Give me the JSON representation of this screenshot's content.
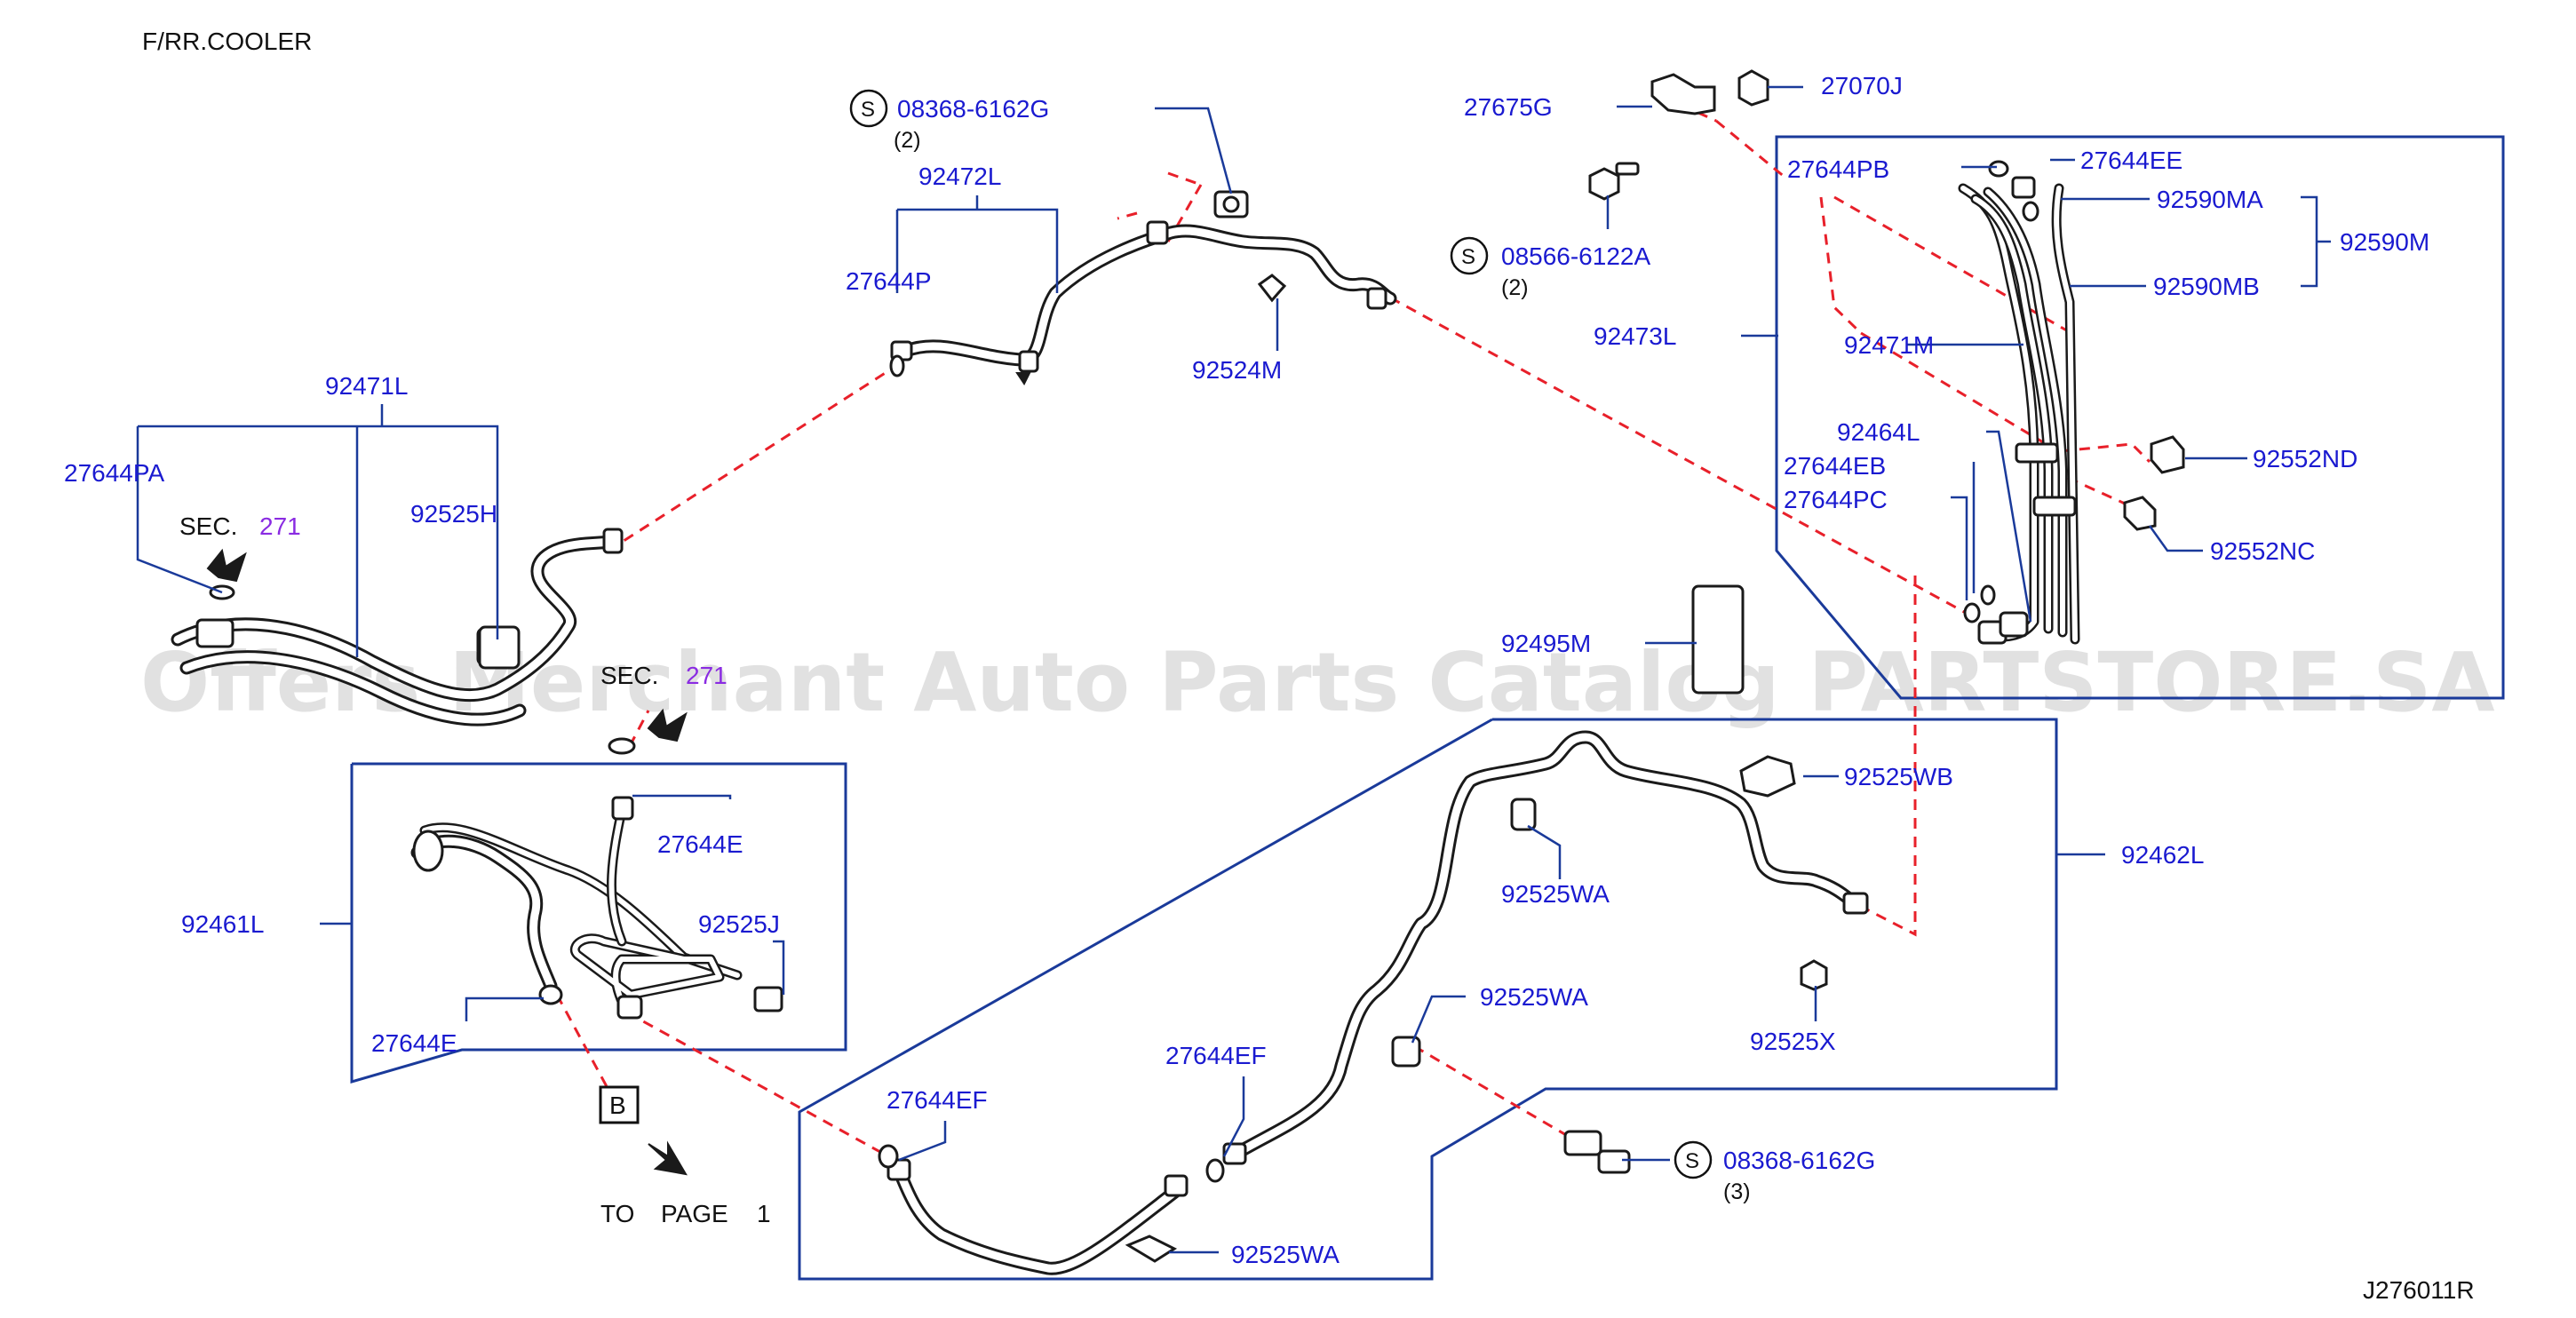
{
  "header": {
    "title": "F/RR.COOLER",
    "code": "J276011R"
  },
  "watermark": "Offers Merchant Auto Parts Catalog PARTSTORE.SA",
  "colors": {
    "label": "#1a1ad0",
    "leader": "#1a3a9a",
    "dashed_link": "#e8202a",
    "sec_ref": "#8a2be2",
    "pipe": "#1a1a1a"
  },
  "parts": {
    "p92471L": "92471L",
    "p27644PA": "27644PA",
    "p92525H": "92525H",
    "p92472L": "92472L",
    "p27644P": "27644P",
    "p08368a": "08368-6162G",
    "qty_a": "(2)",
    "p92524M": "92524M",
    "p27675G": "27675G",
    "p27070J": "27070J",
    "p08566": "08566-6122A",
    "qty_b": "(2)",
    "p27644PB": "27644PB",
    "p27644EE": "27644EE",
    "p92590MA": "92590MA",
    "p92590M": "92590M",
    "p92590MB": "92590MB",
    "p92473L": "92473L",
    "p92471M": "92471M",
    "p92464L": "92464L",
    "p27644EB": "27644EB",
    "p27644PC": "27644PC",
    "p92552ND": "92552ND",
    "p92552NC": "92552NC",
    "p92495M": "92495M",
    "p27644E_a": "27644E",
    "p92525J": "92525J",
    "p92461L": "92461L",
    "p27644E_b": "27644E",
    "p92525WB": "92525WB",
    "p92462L": "92462L",
    "p92525WA_a": "92525WA",
    "p92525WA_b": "92525WA",
    "p92525X": "92525X",
    "p27644EF_a": "27644EF",
    "p27644EF_b": "27644EF",
    "p08368b": "08368-6162G",
    "qty_c": "(3)",
    "p92525WA_c": "92525WA"
  },
  "refs": {
    "sec_label": "SEC.",
    "sec_num": "271",
    "sec_label2": "SEC.",
    "sec_num2": "271",
    "screw_symbol": "S",
    "box_b": "B",
    "to_page_to": "TO",
    "to_page_page": "PAGE",
    "to_page_num": "1"
  }
}
